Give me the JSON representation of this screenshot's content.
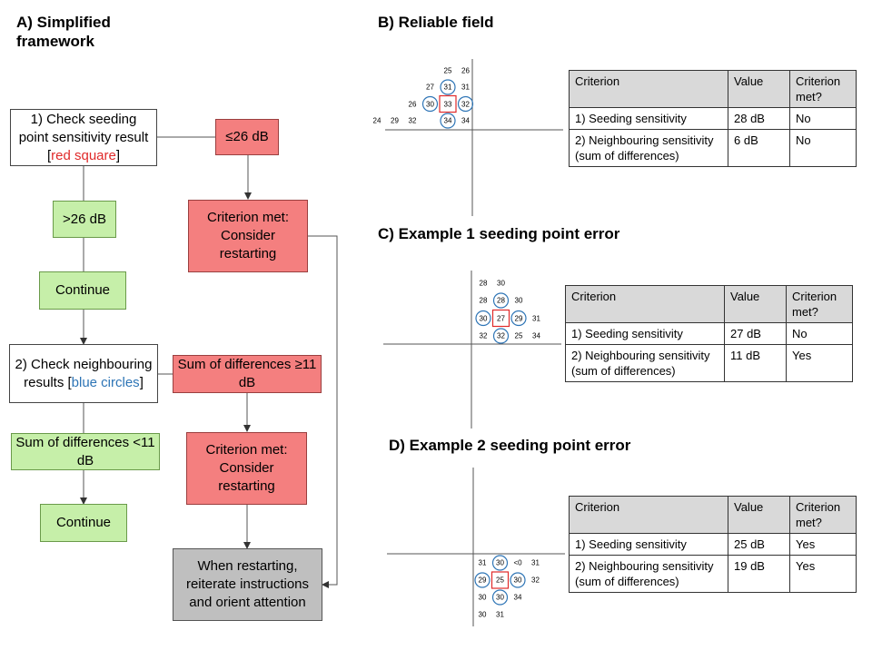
{
  "titles": {
    "a_line1": "A) Simplified",
    "a_line2": "framework",
    "b": "B) Reliable field",
    "c": "C) Example 1 seeding point error",
    "d": "D) Example 2 seeding point error"
  },
  "flow": {
    "check_seed_pre": "1) Check seeding point sensitivity result [",
    "check_seed_highlight": "red square",
    "check_seed_post": "]",
    "le26": "≤26 dB",
    "gt26": ">26 dB",
    "met1": "Criterion met: Consider restarting",
    "continue1": "Continue",
    "check_neigh_pre": "2) Check neighbouring results [",
    "check_neigh_highlight": "blue circles",
    "check_neigh_post": "]",
    "sum_ge11": "Sum of differences ≥11 dB",
    "sum_lt11": "Sum of differences <11 dB",
    "met2": "Criterion met: Consider restarting",
    "continue2": "Continue",
    "restart": "When restarting, reiterate instructions and orient attention"
  },
  "tables": {
    "header": {
      "criterion": "Criterion",
      "value": "Value",
      "met": "Criterion met?"
    },
    "b": [
      {
        "criterion": "1) Seeding sensitivity",
        "value": "28 dB",
        "met": "No"
      },
      {
        "criterion": "2) Neighbouring sensitivity (sum of differences)",
        "value": "6 dB",
        "met": "No"
      }
    ],
    "c": [
      {
        "criterion": "1) Seeding sensitivity",
        "value": "27 dB",
        "met": "No"
      },
      {
        "criterion": "2) Neighbouring sensitivity (sum of differences)",
        "value": "11 dB",
        "met": "Yes"
      }
    ],
    "d": [
      {
        "criterion": "1) Seeding sensitivity",
        "value": "25 dB",
        "met": "Yes"
      },
      {
        "criterion": "2) Neighbouring sensitivity (sum of differences)",
        "value": "19 dB",
        "met": "Yes"
      }
    ]
  },
  "fields": {
    "b": [
      {
        "v": "25",
        "col": 0,
        "row": -3
      },
      {
        "v": "26",
        "col": 1,
        "row": -3
      },
      {
        "v": "27",
        "col": -1,
        "row": -2
      },
      {
        "v": "31",
        "col": 0,
        "row": -2,
        "circle": true
      },
      {
        "v": "31",
        "col": 1,
        "row": -2
      },
      {
        "v": "26",
        "col": -2,
        "row": -1
      },
      {
        "v": "30",
        "col": -1,
        "row": -1,
        "circle": true
      },
      {
        "v": "33",
        "col": 0,
        "row": -1,
        "square": true
      },
      {
        "v": "32",
        "col": 1,
        "row": -1,
        "circle": true
      },
      {
        "v": "24",
        "col": -4,
        "row": 0
      },
      {
        "v": "29",
        "col": -3,
        "row": 0
      },
      {
        "v": "32",
        "col": -2,
        "row": 0
      },
      {
        "v": "34",
        "col": 0,
        "row": 0,
        "circle": true
      },
      {
        "v": "34",
        "col": 1,
        "row": 0
      }
    ],
    "c": [
      {
        "v": "28",
        "col": 0,
        "row": -3
      },
      {
        "v": "30",
        "col": 1,
        "row": -3
      },
      {
        "v": "28",
        "col": 0,
        "row": -2
      },
      {
        "v": "28",
        "col": 1,
        "row": -2,
        "circle": true
      },
      {
        "v": "30",
        "col": 2,
        "row": -2
      },
      {
        "v": "30",
        "col": 0,
        "row": -1,
        "circle": true
      },
      {
        "v": "27",
        "col": 1,
        "row": -1,
        "square": true
      },
      {
        "v": "29",
        "col": 2,
        "row": -1,
        "circle": true
      },
      {
        "v": "31",
        "col": 3,
        "row": -1
      },
      {
        "v": "32",
        "col": 0,
        "row": 0
      },
      {
        "v": "32",
        "col": 1,
        "row": 0,
        "circle": true
      },
      {
        "v": "25",
        "col": 2,
        "row": 0
      },
      {
        "v": "34",
        "col": 3,
        "row": 0
      }
    ],
    "d": [
      {
        "v": "31",
        "col": 0,
        "row": 0
      },
      {
        "v": "30",
        "col": 1,
        "row": 0,
        "circle": true
      },
      {
        "v": "<0",
        "col": 2,
        "row": 0
      },
      {
        "v": "31",
        "col": 3,
        "row": 0
      },
      {
        "v": "29",
        "col": 0,
        "row": 1,
        "circle": true
      },
      {
        "v": "25",
        "col": 1,
        "row": 1,
        "square": true
      },
      {
        "v": "30",
        "col": 2,
        "row": 1,
        "circle": true
      },
      {
        "v": "32",
        "col": 3,
        "row": 1
      },
      {
        "v": "30",
        "col": 0,
        "row": 2
      },
      {
        "v": "30",
        "col": 1,
        "row": 2,
        "circle": true
      },
      {
        "v": "34",
        "col": 2,
        "row": 2
      },
      {
        "v": "30",
        "col": 0,
        "row": 3
      },
      {
        "v": "31",
        "col": 1,
        "row": 3
      }
    ]
  },
  "colors": {
    "circle": "#2e75b6",
    "square": "#e02a2a",
    "axis": "#555555"
  }
}
